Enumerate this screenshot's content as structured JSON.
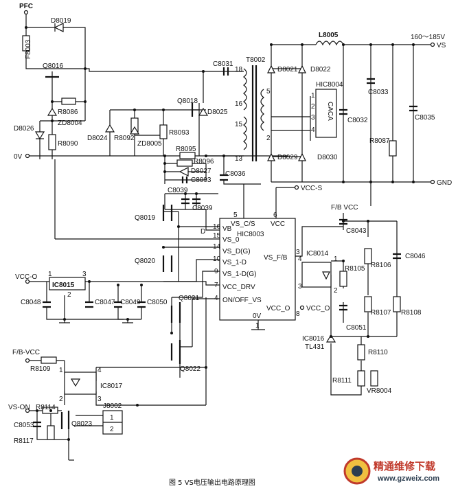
{
  "caption": "图 5 VS电压输出电路原理图",
  "watermark": {
    "brand": "精通维修下载",
    "url": "www.gzweix.com"
  },
  "nets": {
    "pfc": "PFC",
    "zero_v": "0V",
    "vs_out": "160～185V",
    "vs": "VS",
    "gnd": "GND",
    "vcc_s": "VCC-S",
    "fb_vcc_right": "F/B VCC",
    "vcc_o_left": "VCC-O",
    "vcc_o_right": "VCC_O",
    "fb_vcc_left": "F/B-VCC",
    "vs_on": "VS-ON"
  },
  "ic_main": {
    "name": "HIC8003",
    "pins": [
      {
        "num": "5",
        "label": "VS_C/S"
      },
      {
        "num": "6",
        "label": "VCC"
      },
      {
        "num": "16",
        "label": "VB"
      },
      {
        "num": "15",
        "label": "VS_0"
      },
      {
        "num": "14",
        "label": "VS_D(G)"
      },
      {
        "num": "10",
        "label": "VS_1-D"
      },
      {
        "num": "9",
        "label": "VS_1-D(G)"
      },
      {
        "num": "7",
        "label": "VCC_DRV"
      },
      {
        "num": "4",
        "label": "ON/OFF_VS"
      },
      {
        "num": "3",
        "label": "VS_F/B"
      },
      {
        "num": "8",
        "label": "VCC_O"
      },
      {
        "num": "1",
        "label": "0V"
      }
    ]
  },
  "hic8004": {
    "name": "HIC8004",
    "body": "CACA",
    "pins": [
      "1",
      "2",
      "3",
      "4"
    ]
  },
  "transformer": {
    "name": "T8002",
    "pins": [
      "18",
      "16",
      "15",
      "13",
      "5",
      "2"
    ]
  },
  "parts": {
    "F8003": "F8003",
    "D8019": "D8019",
    "Q8016": "Q8016",
    "R8086": "R8086",
    "ZD8004": "ZD8004",
    "D8026": "D8026",
    "R8090": "R8090",
    "C8031": "C8031",
    "Q8018": "Q8018",
    "D8025": "D8025",
    "D8024": "D8024",
    "R8092": "R8092",
    "ZD8005": "ZD8005",
    "R8093": "R8093",
    "R8095": "R8095",
    "R8096": "R8096",
    "D8027": "D8027",
    "C8093": "C8093",
    "C8036": "C8036",
    "D8021": "D8021",
    "D8022": "D8022",
    "D8029": "D8029",
    "D8030": "D8030",
    "L8005": "L8005",
    "C8033": "C8033",
    "C8032": "C8032",
    "R8087": "R8087",
    "C8035": "C8035",
    "C8039a": "C8039",
    "C8039b": "C8039",
    "Q8019": "Q8019",
    "Q8020": "Q8020",
    "D": "D",
    "IC8015": "IC8015",
    "C8048": "C8048",
    "C8047": "C8047",
    "C8049": "C8049",
    "C8050": "C8050",
    "Q8021": "Q8021",
    "Q8022": "Q8022",
    "C8043": "C8043",
    "IC8014": "IC8014",
    "R8105": "R8105",
    "R8106": "R8106",
    "C8046": "C8046",
    "R8107": "R8107",
    "R8108": "R8108",
    "C8051": "C8051",
    "IC8016": "IC8016",
    "TL431": "TL431",
    "R8110": "R8110",
    "R8111": "R8111",
    "VR8004": "VR8004",
    "R8109": "R8109",
    "IC8017": "IC8017",
    "R8114": "R8114",
    "Q8023": "Q8023",
    "C8053": "C8053",
    "R8117": "R8117",
    "J8002": "J8002"
  },
  "pin_nums": {
    "ic8015_1": "1",
    "ic8015_2": "2",
    "ic8015_3": "3",
    "ic8014_1": "1",
    "ic8014_2": "2",
    "ic8014_3": "3",
    "ic8014_4": "4",
    "ic8017_1": "1",
    "ic8017_2": "2",
    "ic8017_3": "3",
    "ic8017_4": "4",
    "j8002_1": "1",
    "j8002_2": "2"
  }
}
